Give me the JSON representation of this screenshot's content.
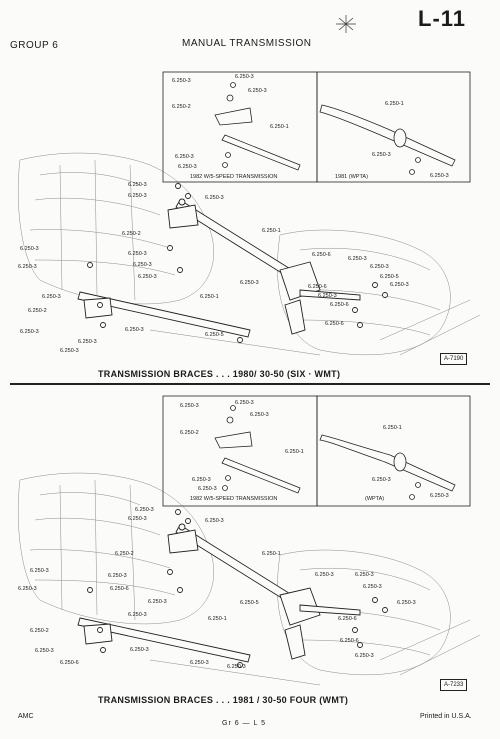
{
  "header": {
    "page_id": "L-11",
    "group": "GROUP 6",
    "section_title": "MANUAL TRANSMISSION"
  },
  "figure1": {
    "caption": "TRANSMISSION BRACES . . . 1980/ 30-50 (SIX · WMT)",
    "ref": "A-7190",
    "inset_left_caption": "1982 W/5-SPEED TRANSMISSION",
    "inset_right_caption": "1981 (WPTA)",
    "inset_left_labels": [
      "6.250-3",
      "6.250-3",
      "6.250-3",
      "6.250-2",
      "6.250-1",
      "6.250-3",
      "6.250-3"
    ],
    "inset_right_labels": [
      "6.250-1",
      "6.250-3",
      "6.250-3"
    ],
    "main_labels": [
      "6.250-3",
      "6.250-3",
      "6.250-3",
      "6.250-2",
      "6.250-1",
      "6.250-3",
      "6.250-3",
      "6.250-3",
      "6.250-3",
      "6.250-3",
      "6.250-6",
      "6.250-3",
      "6.250-3",
      "6.250-5",
      "6.250-3",
      "6.250-6",
      "6.250-3",
      "6.250-3",
      "6.250-6",
      "6.250-6",
      "6.250-1",
      "6.250-3",
      "6.250-2",
      "6.250-3",
      "6.250-3",
      "6.250-3",
      "6.250-5",
      "6.250-3"
    ]
  },
  "figure2": {
    "caption": "TRANSMISSION BRACES . . . 1981 / 30-50 FOUR (WMT)",
    "ref": "A-7233",
    "inset_left_caption": "1982 W/5-SPEED TRANSMISSION",
    "inset_right_caption": "(WPTA)",
    "inset_left_labels": [
      "6.250-3",
      "6.250-3",
      "6.250-3",
      "6.250-2",
      "6.250-1",
      "6.250-3",
      "6.250-3"
    ],
    "inset_right_labels": [
      "6.250-1",
      "6.250-3",
      "6.250-3"
    ],
    "main_labels": [
      "6.250-3",
      "6.250-3",
      "6.250-3",
      "6.250-2",
      "6.250-1",
      "6.250-3",
      "6.250-3",
      "6.250-6",
      "6.250-3",
      "6.250-3",
      "6.250-3",
      "6.250-3",
      "6.250-3",
      "6.250-5",
      "6.250-3",
      "6.250-3",
      "6.250-1",
      "6.250-6",
      "6.250-2",
      "6.250-6",
      "6.250-3",
      "6.250-3",
      "6.250-3",
      "6.250-6",
      "6.250-3",
      "6.250-3"
    ]
  },
  "footer": {
    "left": "AMC",
    "center": "Gr 6 — L 5",
    "right": "Printed in U.S.A."
  }
}
